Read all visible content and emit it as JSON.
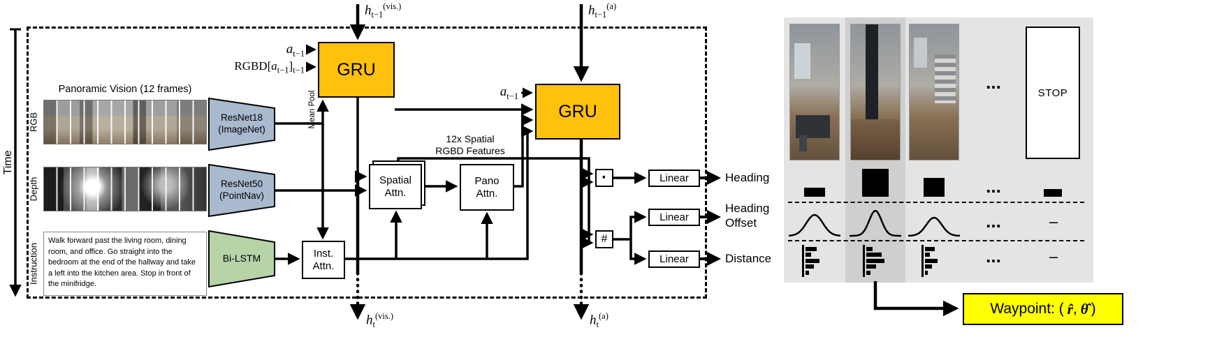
{
  "colors": {
    "gru_fill": "#FFC10D",
    "resnet_fill": "#A9BACF",
    "bilstm_fill": "#B7D3A8",
    "waypoint_fill": "#FFFF00",
    "panel_bg": "#E4E4E4",
    "panel_highlight": "#CFCFCF"
  },
  "time_axis": {
    "label": "Time"
  },
  "io": {
    "h_prev_vis": {
      "base": "h",
      "sub": "t−1",
      "sup": "(vis.)"
    },
    "h_prev_a": {
      "base": "h",
      "sub": "t−1",
      "sup": "(a)"
    },
    "h_t_vis": {
      "base": "h",
      "sub": "t",
      "sup": "(vis.)"
    },
    "h_t_a": {
      "base": "h",
      "sub": "t",
      "sup": "(a)"
    },
    "a_prev_gru1": {
      "base": "a",
      "sub": "t−1"
    },
    "a_prev_gru2": {
      "base": "a",
      "sub": "t−1"
    },
    "rgbd_prev": {
      "pre": "RGBD[",
      "var": "a",
      "sub1": "t−1",
      "close": "]",
      "sub2": "t−1"
    }
  },
  "inputs": {
    "pano_title": "Panoramic Vision (12 frames)",
    "rgb_label": "RGB",
    "depth_label": "Depth",
    "instruction_label": "Instruction",
    "instruction_text": "Walk forward past the living room, dining room, and office. Go straight into the bedroom at the end of the hallway and take a left into the kitchen area. Stop in front of the minifridge."
  },
  "encoders": {
    "rgb": {
      "name": "ResNet18",
      "pretraining": "(ImageNet)"
    },
    "depth": {
      "name": "ResNet50",
      "pretraining": "(PointNav)"
    },
    "instruction": {
      "name": "Bi-LSTM"
    }
  },
  "modules": {
    "gru_vis": "GRU",
    "gru_act": "GRU",
    "mean_pool": "Mean Pool",
    "spatial_attn": {
      "line1": "Spatial",
      "line2": "Attn."
    },
    "pano_attn": {
      "line1": "Pano",
      "line2": "Attn."
    },
    "inst_attn": {
      "line1": "Inst.",
      "line2": "Attn."
    },
    "spatial_features": {
      "line1": "12x Spatial",
      "line2": "RGBD Features"
    },
    "dot_op": "·",
    "hash_op": "#"
  },
  "heads": {
    "linear_heading": "Linear",
    "linear_offset": "Linear",
    "linear_distance": "Linear",
    "heading": "Heading",
    "offset_line1": "Heading",
    "offset_line2": "Offset",
    "distance": "Distance"
  },
  "panel": {
    "stop_label": "STOP",
    "ellipsis": "...",
    "dash": "–",
    "waypoint": {
      "prefix": "Waypoint: (",
      "r": "r̂",
      "sep": ",",
      "theta": "θ̂",
      "suffix": ")"
    },
    "heading_bars": [
      {
        "w": 30,
        "h": 13
      },
      {
        "w": 38,
        "h": 40
      },
      {
        "w": 30,
        "h": 27
      },
      {
        "w": 26,
        "h": 11
      }
    ],
    "offset_gaussians": [
      {
        "sigma": 0.16,
        "amp": 30
      },
      {
        "sigma": 0.12,
        "amp": 36
      },
      {
        "sigma": 0.15,
        "amp": 26
      }
    ],
    "distance_histograms": [
      [
        16,
        8,
        20,
        12,
        5
      ],
      [
        9,
        22,
        26,
        14,
        6
      ],
      [
        14,
        7,
        18,
        10,
        4
      ]
    ]
  }
}
